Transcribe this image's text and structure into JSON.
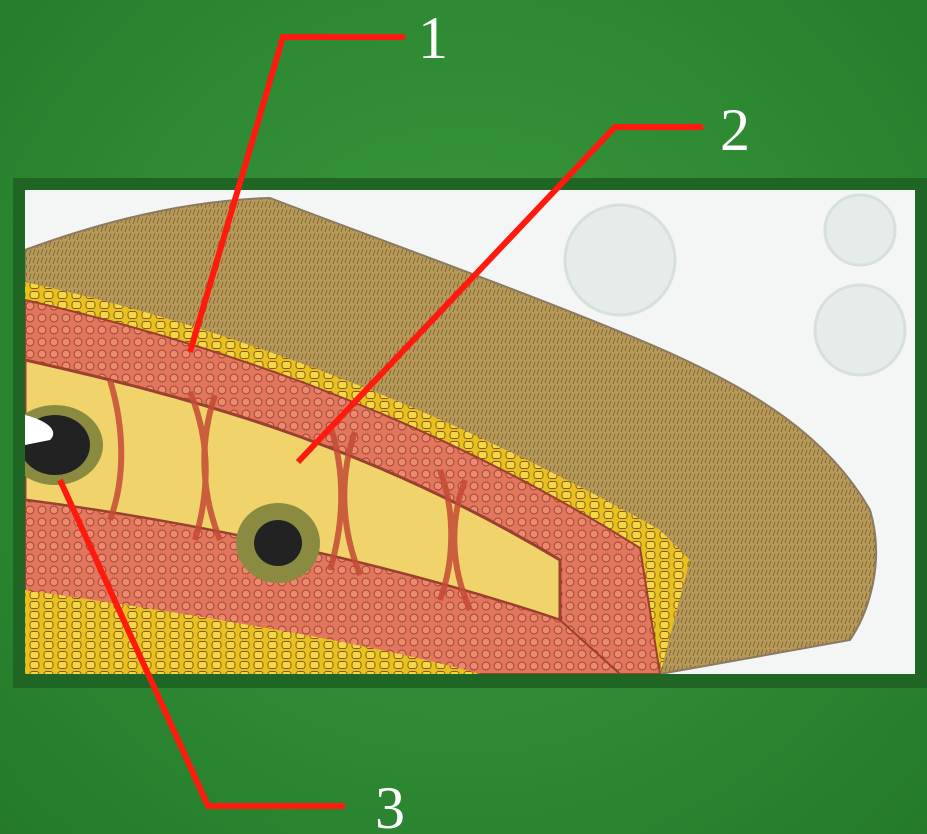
{
  "labels": [
    "1",
    "2",
    "3"
  ],
  "colors": {
    "background": "#2e8a33",
    "frame": "#1f6524",
    "leader_line": "#ff1a0d",
    "label_text": "#ffffff",
    "cuticle": "#e8c11f",
    "muscle": "#e2705a",
    "body_fill": "#f0d36a",
    "hair": "#b39552"
  },
  "icons": [
    "worm-cross-section-illustration"
  ]
}
